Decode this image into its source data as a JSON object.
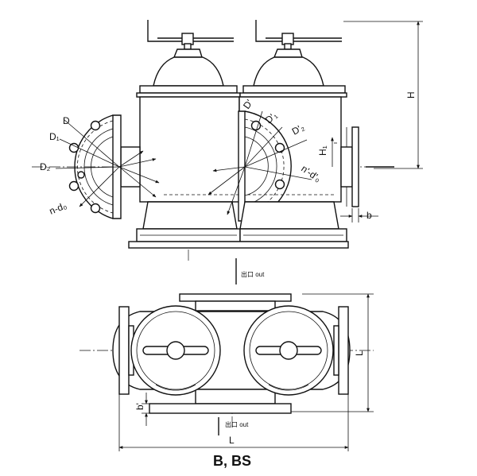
{
  "labels": {
    "D": "D",
    "D1": "D₁",
    "D2": "D₂",
    "nd0": "n-d₀",
    "Dp": "D'",
    "D1p": "D'₁",
    "D2p": "D'₂",
    "nd0p": "n'-d'₀",
    "H": "H",
    "H1": "H₁",
    "b": "b",
    "bp": "b'",
    "L": "L",
    "Lp": "L"
  },
  "outlet_top": "出口 out",
  "outlet_bottom": "出口 out",
  "title": "B, BS"
}
